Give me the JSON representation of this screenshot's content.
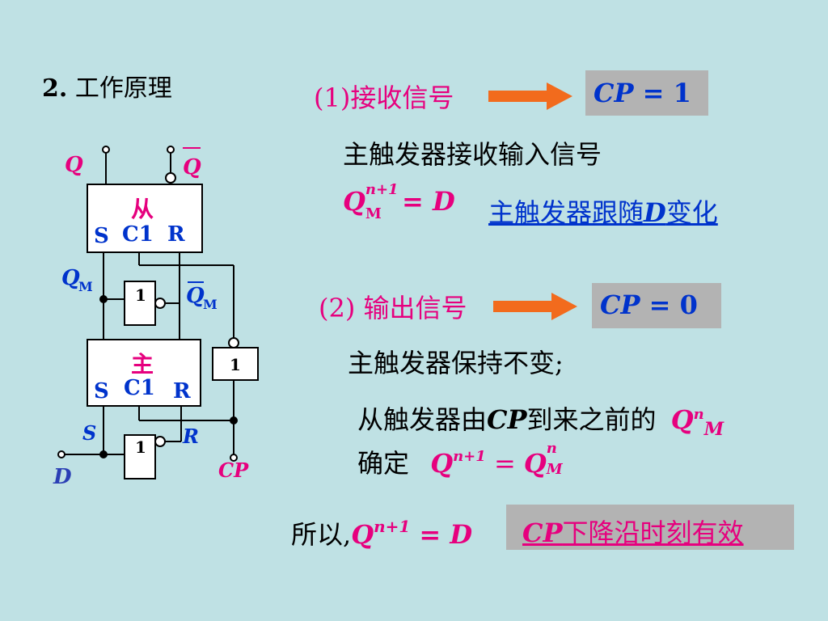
{
  "section_title": {
    "number": "2.",
    "text": "工作原理"
  },
  "step1": {
    "label": "(1)接收信号",
    "cp_var": "CP",
    "cp_eq": " = 1",
    "line1": "主触发器接收输入信号",
    "formula_q": "Q",
    "formula_sup": "n+1",
    "formula_sub": "M",
    "formula_rhs": " = D",
    "follow_text_pre": "主触发器跟随",
    "follow_text_d": "D",
    "follow_text_post": "变化"
  },
  "step2": {
    "label": "(2) 输出信号",
    "cp_var": "CP",
    "cp_eq": " = 0",
    "line1": "主触发器保持不变;",
    "line2_pre": "从触发器由",
    "line2_cp": "CP",
    "line2_post": "到来之前的",
    "line2_q": "Q",
    "line2_sup": "n",
    "line2_sub": "M",
    "line3_pre": "确定",
    "line3_q": "Q",
    "line3_sup": "n+1",
    "line3_eq": " = ",
    "line3_q2": "Q",
    "line3_sup2": "n",
    "line3_sub2": "M"
  },
  "conclusion": {
    "pre": "所以,",
    "q": "Q",
    "sup": "n+1",
    "rhs": " = D",
    "effective_cp": "CP",
    "effective_text": "下降沿时刻有效"
  },
  "circuit": {
    "slave_label": "从",
    "master_label": "主",
    "s": "S",
    "c1": "C1",
    "r": "R",
    "gate_one": "1",
    "q": "Q",
    "q_bar": "Q",
    "qm": "Q",
    "qm_sub": "M",
    "qm_bar": "Q",
    "qm_bar_sub": "M",
    "s_in": "S",
    "r_in": "R",
    "d_in": "D",
    "cp_in": "CP"
  },
  "colors": {
    "background": "#bfe1e4",
    "pink": "#e6007e",
    "blue": "#0033cc",
    "arrow": "#f26b1d",
    "box": "#b3b3b3"
  }
}
